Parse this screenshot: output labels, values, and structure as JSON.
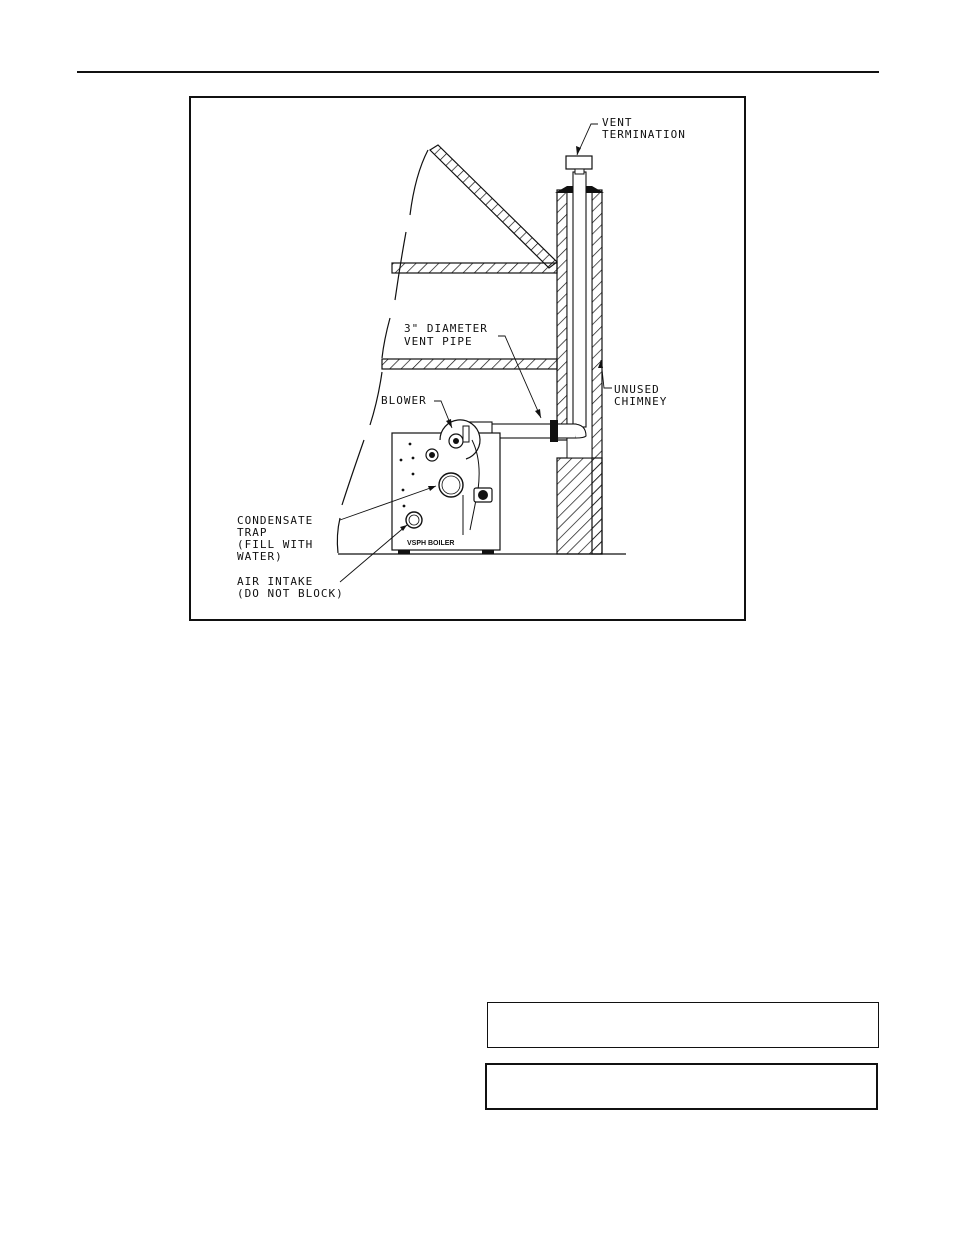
{
  "diagram": {
    "labels": {
      "vent_termination_1": "VENT",
      "vent_termination_2": "TERMINATION",
      "vent_pipe_1": "3\" DIAMETER",
      "vent_pipe_2": "VENT PIPE",
      "unused_chimney_1": "UNUSED",
      "unused_chimney_2": "CHIMNEY",
      "blower": "BLOWER",
      "condensate_1": "CONDENSATE",
      "condensate_2": "TRAP",
      "condensate_3": "(FILL WITH",
      "condensate_4": "WATER)",
      "air_intake_1": "AIR INTAKE",
      "air_intake_2": "(DO NOT BLOCK)",
      "boiler_name": "VSPH BOILER"
    }
  },
  "notice_boxes": [
    {
      "text": ""
    },
    {
      "text": ""
    }
  ]
}
